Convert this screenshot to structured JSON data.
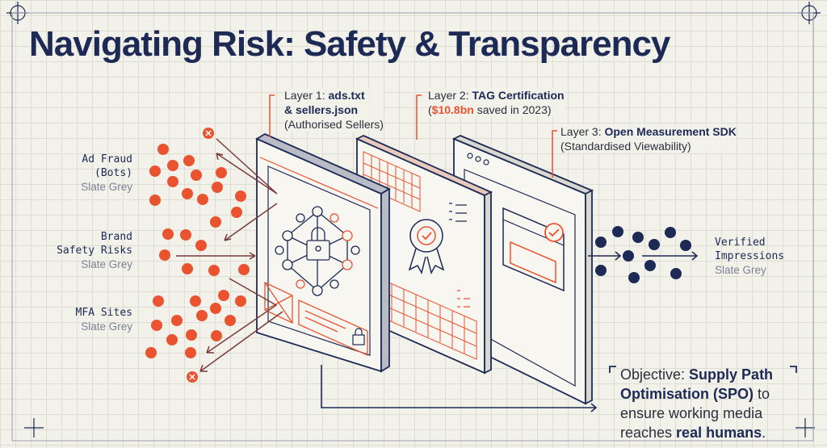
{
  "title": "Navigating Risk: Safety & Transparency",
  "layers": [
    {
      "prefix": "Layer 1: ",
      "bold": "ads.txt",
      "bold2": "& sellers.json",
      "sub": "(Authorised Sellers)"
    },
    {
      "prefix": "Layer 2: ",
      "bold": "TAG Certification",
      "highlight": "$10.8bn",
      "sub_open": "(",
      "sub": " saved in 2023)"
    },
    {
      "prefix": "Layer 3: ",
      "bold": "Open Measurement SDK",
      "sub": "(Standardised Viewability)"
    }
  ],
  "threats": [
    {
      "label": "Ad Fraud\n(Bots)",
      "line1": "Ad Fraud",
      "line2": "(Bots)",
      "sub": "Slate Grey"
    },
    {
      "line1": "Brand",
      "line2": "Safety Risks",
      "sub": "Slate Grey"
    },
    {
      "line1": "MFA Sites",
      "sub": "Slate Grey"
    }
  ],
  "output": {
    "line1": "Verified",
    "line2": "Impressions",
    "sub": "Slate Grey"
  },
  "objective": {
    "prefix": "Objective: ",
    "bold": "Supply Path Optimisation (SPO)",
    "mid": " to ensure working media reaches ",
    "bold2": "real humans",
    "end": "."
  },
  "colors": {
    "navy": "#1c2a55",
    "orange": "#e9532f",
    "background": "#f2f1ea"
  }
}
